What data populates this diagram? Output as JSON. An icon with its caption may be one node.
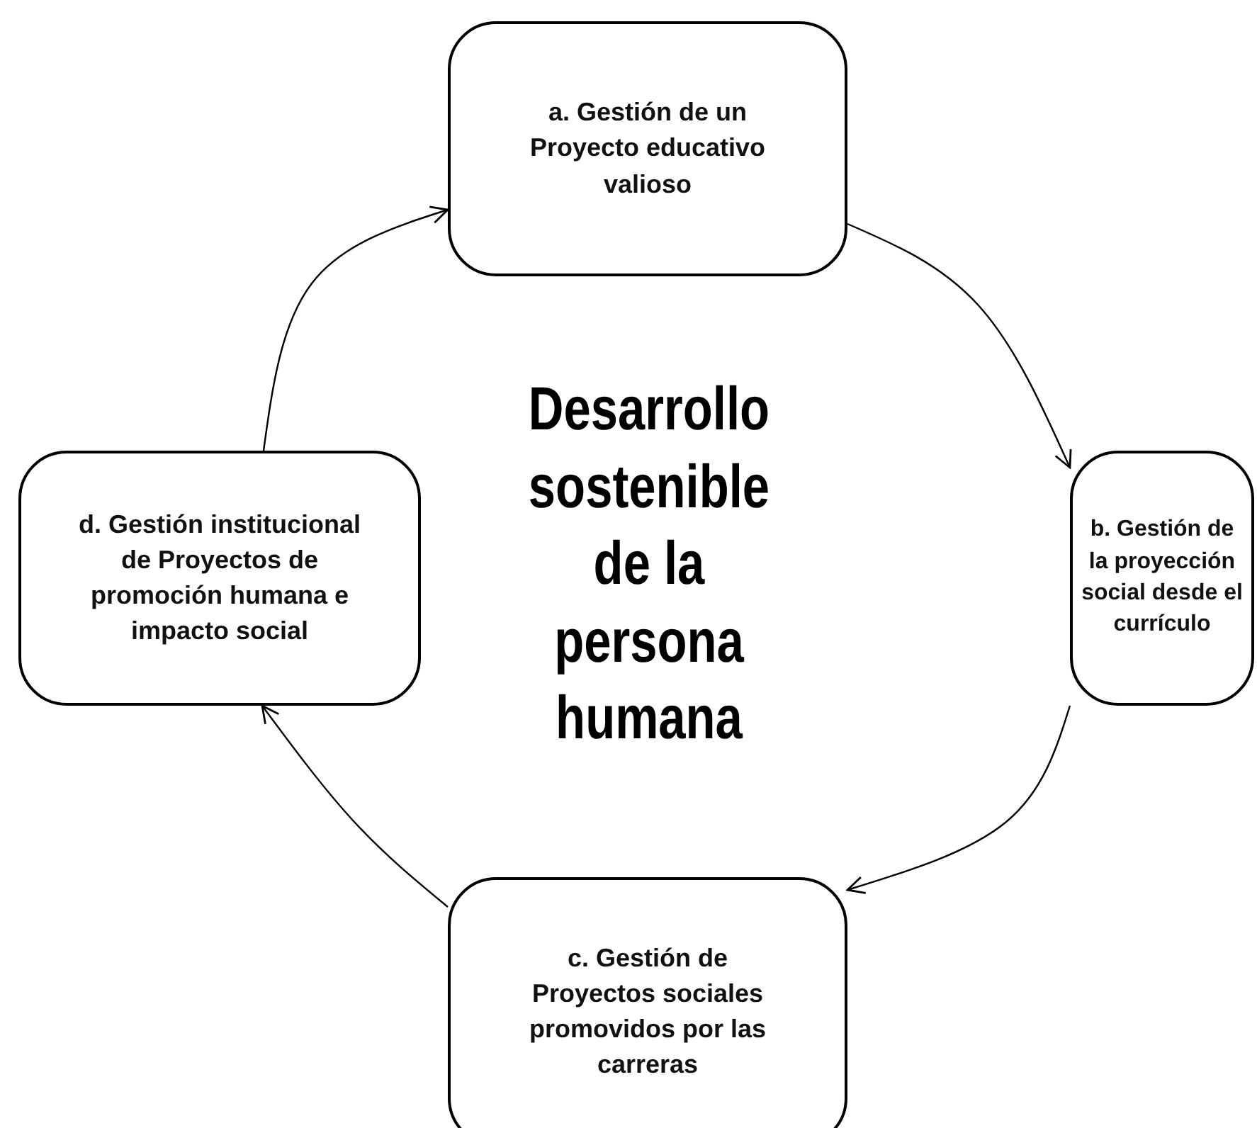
{
  "diagram": {
    "nodes": [
      {
        "text": [
          "a. Gestión de un Proyecto educativo valioso"
        ]
      },
      {
        "text": [
          "b. Gestión de la proyección social desde el currículo"
        ]
      },
      {
        "text": [
          "c.  Gestión de Proyectos sociales promovidos por las carreras"
        ]
      },
      {
        "text": [
          "d. Gestión institucional de Proyectos de promoción humana e impacto social"
        ]
      }
    ],
    "edges": [
      {
        "from": 0,
        "to": 1,
        "arrow": "to"
      },
      {
        "from": 1,
        "to": 2,
        "arrow": "to"
      },
      {
        "from": 2,
        "to": 3,
        "arrow": "to"
      },
      {
        "from": 3,
        "to": 0,
        "arrow": "to"
      }
    ],
    "labels": [
      "Desarrollo sostenible de la persona humana"
    ]
  }
}
